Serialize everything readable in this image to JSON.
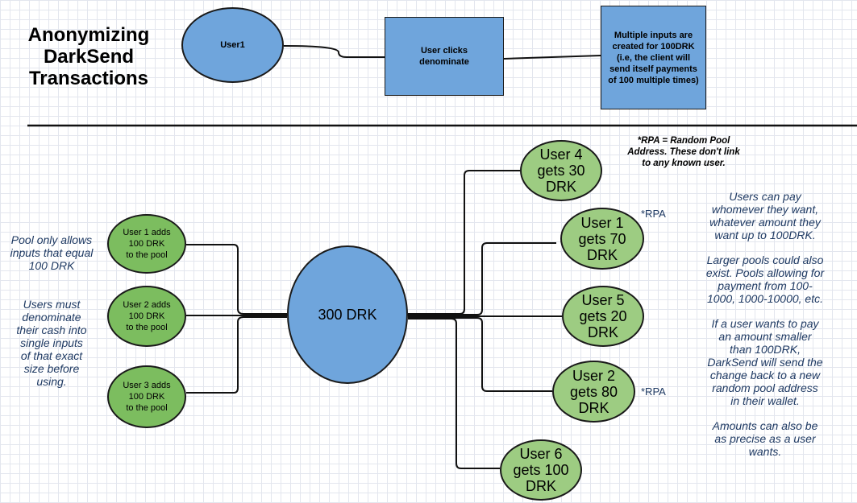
{
  "title": {
    "lines": [
      "Anonymizing",
      "DarkSend",
      "Transactions"
    ]
  },
  "top_flow": {
    "user1": "User1",
    "denominate": [
      "User clicks",
      "denominate"
    ],
    "inputs": [
      "Multiple inputs are",
      "created for 100DRK",
      "(i.e, the client will",
      "send itself payments",
      "of 100 multiple times)"
    ]
  },
  "rpa_definition": [
    "*RPA = Random Pool",
    "Address. These don't link",
    "to any known user."
  ],
  "left_notes": {
    "pool_only": [
      "Pool only allows",
      "inputs that equal",
      "100 DRK"
    ],
    "denominate": [
      "Users must",
      "denominate",
      "their cash into",
      "single inputs",
      "of that exact",
      "size before",
      "using."
    ]
  },
  "inputs": [
    [
      "User 1 adds",
      "100 DRK",
      "to the pool"
    ],
    [
      "User 2 adds",
      "100 DRK",
      "to the pool"
    ],
    [
      "User 3 adds",
      "100 DRK",
      "to the pool"
    ]
  ],
  "pool": "300 DRK",
  "outputs": [
    [
      "User 4",
      "gets 30",
      "DRK"
    ],
    [
      "User 1",
      "gets 70",
      "DRK"
    ],
    [
      "User 5",
      "gets 20",
      "DRK"
    ],
    [
      "User 2",
      "gets 80",
      "DRK"
    ],
    [
      "User 6",
      "gets 100",
      "DRK"
    ]
  ],
  "rpa_tags": [
    "*RPA",
    "*RPA"
  ],
  "right_notes": [
    [
      "Users can pay",
      "whomever they want,",
      "whatever amount they",
      "want up to 100DRK."
    ],
    [
      "Larger pools could also",
      "exist. Pools allowing for",
      "payment from 100-",
      "1000, 1000-10000, etc."
    ],
    [
      "If a user wants to pay",
      "an amount smaller",
      "than 100DRK,",
      "DarkSend will send the",
      "change back to a new",
      "random pool address",
      "in their wallet."
    ],
    [
      "Amounts can also be",
      "as precise as a user",
      "wants."
    ]
  ]
}
